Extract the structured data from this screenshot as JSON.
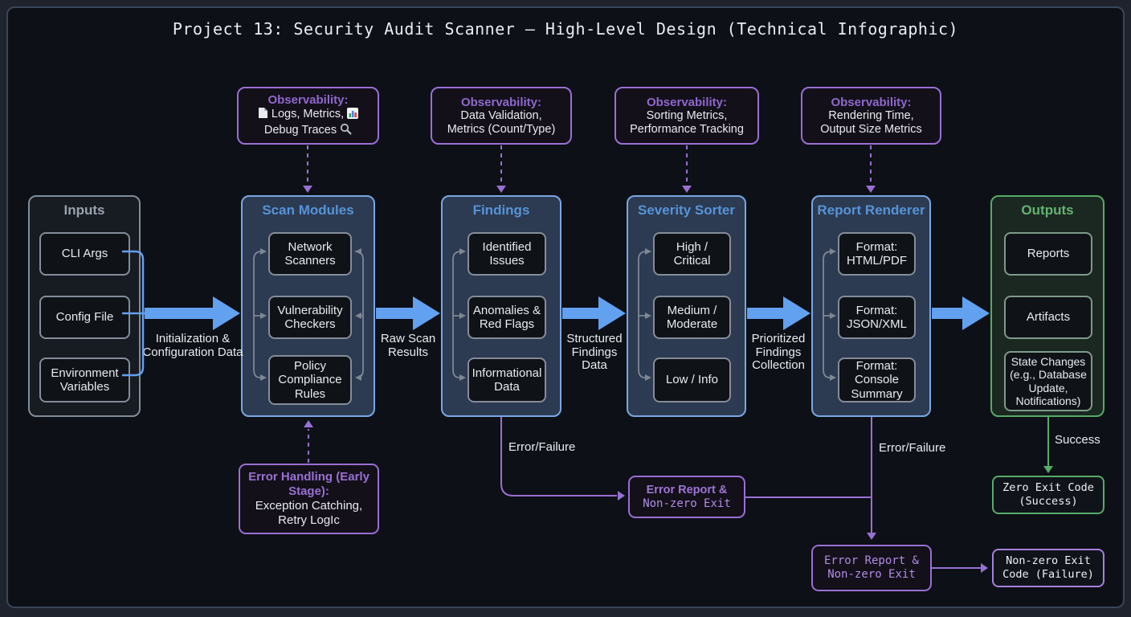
{
  "title": "Project 13: Security Audit Scanner — High-Level Design (Technical Infographic)",
  "colors": {
    "canvas_bg": "#0d1016",
    "outer_bg": "#1e232d",
    "flow_arrow_blue": "#62a0f0",
    "stage_border_blue": "#79a7e3",
    "stage_title_blue": "#5694d8",
    "purple_accent": "#9a6fd4",
    "green_accent": "#57ab68",
    "gray_border": "#848d99",
    "text_light": "#e9ebef"
  },
  "observability_boxes": [
    {
      "heading": "Observability:",
      "line1": "Logs, Metrics,",
      "line2": "Debug Traces",
      "icons": [
        "document-icon",
        "bar-chart-icon",
        "magnifying-glass-icon"
      ]
    },
    {
      "heading": "Observability:",
      "line1": "Data Validation,",
      "line2": "Metrics (Count/Type)"
    },
    {
      "heading": "Observability:",
      "line1": "Sorting Metrics,",
      "line2": "Performance Tracking"
    },
    {
      "heading": "Observability:",
      "line1": "Rendering Time,",
      "line2": "Output Size Metrics"
    }
  ],
  "stages": [
    {
      "title": "Inputs",
      "items": [
        "CLI Args",
        "Config File",
        "Environment Variables"
      ]
    },
    {
      "title": "Scan Modules",
      "items": [
        "Network Scanners",
        "Vulnerability Checkers",
        "Policy Compliance Rules"
      ]
    },
    {
      "title": "Findings",
      "items": [
        "Identified Issues",
        "Anomalies & Red Flags",
        "Informational Data"
      ]
    },
    {
      "title": "Severity Sorter",
      "items": [
        "High / Critical",
        "Medium / Moderate",
        "Low / Info"
      ]
    },
    {
      "title": "Report Renderer",
      "items": [
        "Format: HTML/PDF",
        "Format: JSON/XML",
        "Format: Console Summary"
      ]
    },
    {
      "title": "Outputs",
      "items": [
        "Reports",
        "Artifacts",
        "State Changes (e.g., Database Update, Notifications)"
      ]
    }
  ],
  "flow_labels": [
    "Initialization & Configuration Data",
    "Raw Scan Results",
    "Structured Findings Data",
    "Prioritized Findings Collection"
  ],
  "error_handling_box": {
    "heading": "Error Handling (Early Stage):",
    "body": "Exception Catching, Retry LogIc"
  },
  "error_report_mid": {
    "line1": "Error Report &",
    "line2": "Non-zero Exit"
  },
  "error_report_right": {
    "line1": "Error Report &",
    "line2": "Non-zero Exit"
  },
  "exit_boxes": {
    "success": "Zero Exit Code (Success)",
    "failure": "Non-zero Exit Code (Failure)"
  },
  "edge_labels": {
    "findings_error": "Error/Failure",
    "renderer_error": "Error/Failure",
    "success": "Success"
  }
}
